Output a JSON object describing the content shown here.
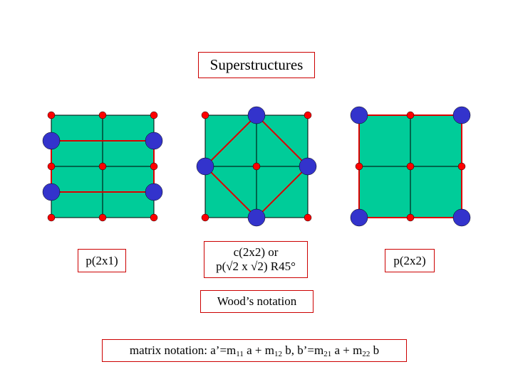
{
  "title": "Superstructures",
  "panels": [
    {
      "label": "p(2x1)"
    },
    {
      "label_line1": "c(2x2) or",
      "label_line2": "p(√2 x √2) R45°"
    },
    {
      "label": "p(2x2)"
    }
  ],
  "woods_notation": "Wood’s notation",
  "matrix": {
    "prefix": "matrix notation: a’=m",
    "s1": "11",
    "t1": " a + m",
    "s2": "12",
    "t2": " b, b’=m",
    "s3": "21",
    "t3": " a + m",
    "s4": "22",
    "t4": " b"
  },
  "colors": {
    "substrate": "#00cc99",
    "substrate_atom": "#ff0000",
    "adsorbate_atom": "#3333cc",
    "unit_cell": "#cc0000"
  }
}
